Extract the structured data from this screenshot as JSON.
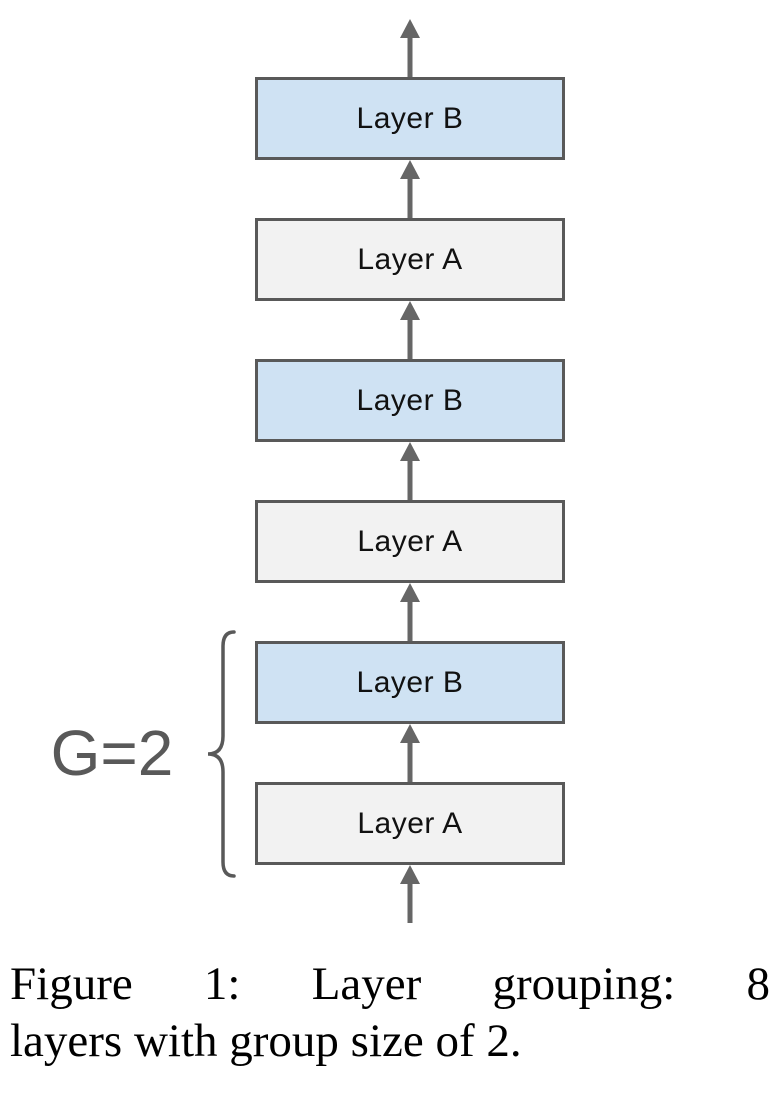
{
  "diagram": {
    "layers": [
      {
        "label": "Layer B",
        "variant": "highlighted"
      },
      {
        "label": "Layer A",
        "variant": "default"
      },
      {
        "label": "Layer B",
        "variant": "highlighted"
      },
      {
        "label": "Layer A",
        "variant": "default"
      },
      {
        "label": "Layer B",
        "variant": "highlighted"
      },
      {
        "label": "Layer A",
        "variant": "default"
      }
    ],
    "arrow_direction": "up",
    "arrow_count": 7,
    "group_label": "G=2"
  },
  "caption": {
    "line1": "Figure 1: Layer grouping: 8",
    "line2": "layers with group size of 2."
  },
  "colors": {
    "background": "#ffffff",
    "layer_b_fill": "#cfe2f3",
    "layer_a_fill": "#f2f2f2",
    "box_border": "#595959",
    "arrow": "#666666",
    "group_label": "#595959",
    "caption_text": "#000000"
  }
}
